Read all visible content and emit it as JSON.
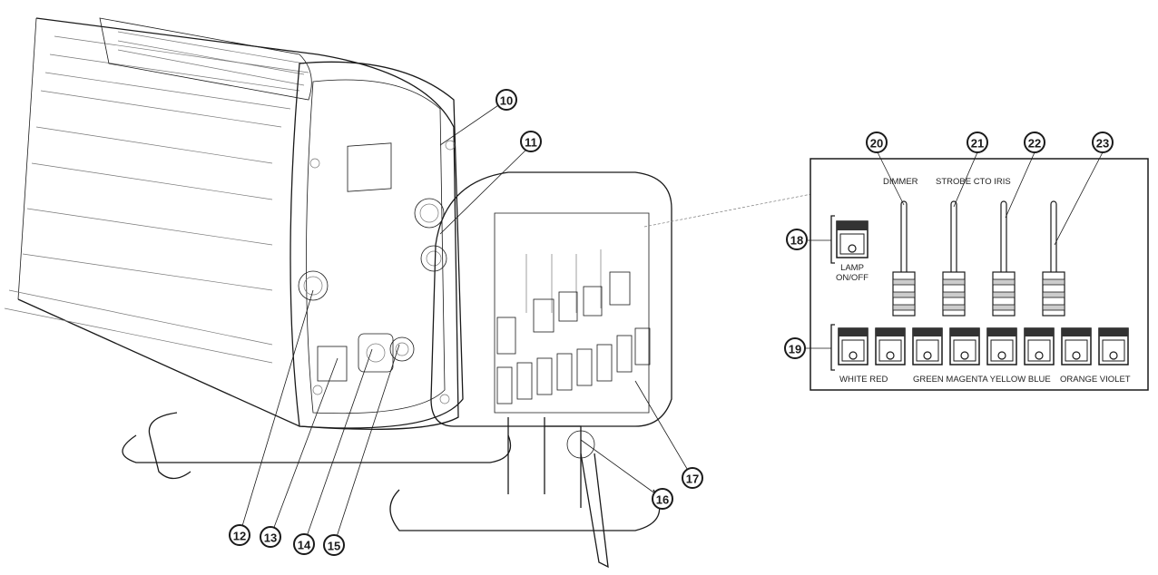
{
  "diagram": {
    "callouts": [
      {
        "id": "c10",
        "number": "10"
      },
      {
        "id": "c11",
        "number": "11"
      },
      {
        "id": "c12",
        "number": "12"
      },
      {
        "id": "c13",
        "number": "13"
      },
      {
        "id": "c14",
        "number": "14"
      },
      {
        "id": "c15",
        "number": "15"
      },
      {
        "id": "c16",
        "number": "16"
      },
      {
        "id": "c17",
        "number": "17"
      },
      {
        "id": "c18",
        "number": "18"
      },
      {
        "id": "c19",
        "number": "19"
      },
      {
        "id": "c20",
        "number": "20"
      },
      {
        "id": "c21",
        "number": "21"
      },
      {
        "id": "c22",
        "number": "22"
      },
      {
        "id": "c23",
        "number": "23"
      }
    ],
    "panel": {
      "fader_label_dimmer": "DIMMER",
      "fader_label_group": "STROBE CTO IRIS",
      "lamp_label_line1": "LAMP",
      "lamp_label_line2": "ON/OFF",
      "color_label_left": "WHITE RED",
      "color_label_mid": "GREEN MAGENTA YELLOW BLUE",
      "color_label_right": "ORANGE VIOLET"
    }
  }
}
